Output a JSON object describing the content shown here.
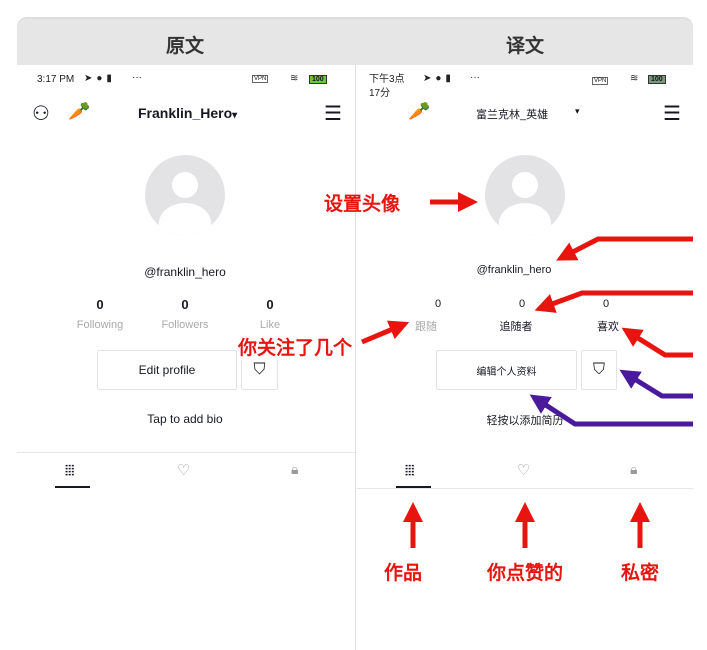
{
  "headers": {
    "original": "原文",
    "translated": "译文"
  },
  "left": {
    "status": {
      "time": "3:17 PM",
      "more": "···",
      "vpn": "VPN",
      "battery": "100"
    },
    "username_title": "Franklin_Hero",
    "dropdown": "▾",
    "handle": "@franklin_hero",
    "stats": [
      {
        "value": "0",
        "label": "Following"
      },
      {
        "value": "0",
        "label": "Followers"
      },
      {
        "value": "0",
        "label": "Like"
      }
    ],
    "edit_profile": "Edit profile",
    "bio": "Tap to add bio"
  },
  "right": {
    "status": {
      "time": "下午3点\n17分",
      "time1": "下午3点",
      "time2": "17分",
      "more": "···",
      "vpn": "VPN",
      "battery": "100"
    },
    "username_title": "富兰克林_英雄",
    "dropdown": "▾",
    "handle": "@franklin_hero",
    "stats": [
      {
        "value": "0",
        "label": "跟随"
      },
      {
        "value": "0",
        "label": "追随者"
      },
      {
        "value": "0",
        "label": "喜欢"
      }
    ],
    "edit_profile": "编辑个人资料",
    "bio": "轻按以添加简历"
  },
  "annotations": {
    "avatar": "设置头像",
    "following": "你关注了几个",
    "works": "作品",
    "liked": "你点赞的",
    "private": "私密"
  },
  "colors": {
    "red": "#e8140f",
    "purple": "#4a1a9c"
  }
}
